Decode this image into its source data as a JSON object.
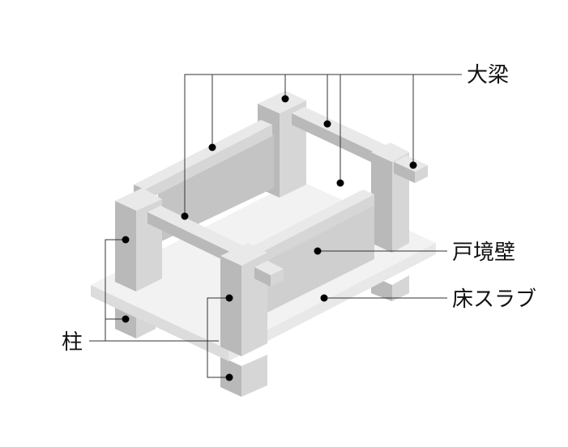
{
  "labels": {
    "beam": "大梁",
    "wall": "戸境壁",
    "slab": "床スラブ",
    "column": "柱"
  },
  "colors": {
    "background": "#ffffff",
    "concrete_light": "#e9e9e9",
    "concrete_mid": "#cfcfcf",
    "concrete_dark": "#9a9a9a",
    "leader_line": "#333333",
    "text": "#111111"
  }
}
